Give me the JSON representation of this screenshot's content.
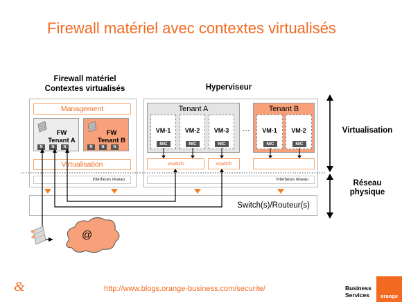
{
  "title": "Firewall matériel avec contextes virtualisés",
  "left_header": {
    "line1": "Firewall matériel",
    "line2": "Contextes virtualisés"
  },
  "right_header": "Hyperviseur",
  "fw_box": {
    "management": "Management",
    "virtualisation": "Virtualisation",
    "interfaces": "Interfaces réseau",
    "contexts": [
      {
        "line1": "FW",
        "line2": "Tenant A",
        "nics": [
          "N",
          "N",
          "N"
        ]
      },
      {
        "line1": "FW",
        "line2": "Tenant B",
        "nics": [
          "N",
          "N",
          "N"
        ]
      }
    ]
  },
  "hypervisor": {
    "tenant_a": {
      "label": "Tenant A",
      "vms": [
        "VM-1",
        "VM-2",
        "VM-3"
      ]
    },
    "ellipsis": "…",
    "tenant_b": {
      "label": "Tenant B",
      "vms": [
        "VM-1",
        "VM-2"
      ]
    },
    "nic": "NIC",
    "vswitch": "vswitch",
    "interfaces": "Interfaces réseau"
  },
  "switch_label": "Switch(s)/Routeur(s)",
  "internet_label": "@",
  "side_labels": {
    "virtualisation": "Virtualisation",
    "reseau_line1": "Réseau",
    "reseau_line2": "physique"
  },
  "footer": {
    "url": "http://www.blogs.orange-business.com/securite/",
    "brand_line1": "Business",
    "brand_line2": "Services",
    "logo": "orange",
    "ampersand": "&"
  },
  "colors": {
    "orange": "#f26a21",
    "tenant_b": "#f7a07a",
    "tenant_a": "#e4e4e4"
  }
}
